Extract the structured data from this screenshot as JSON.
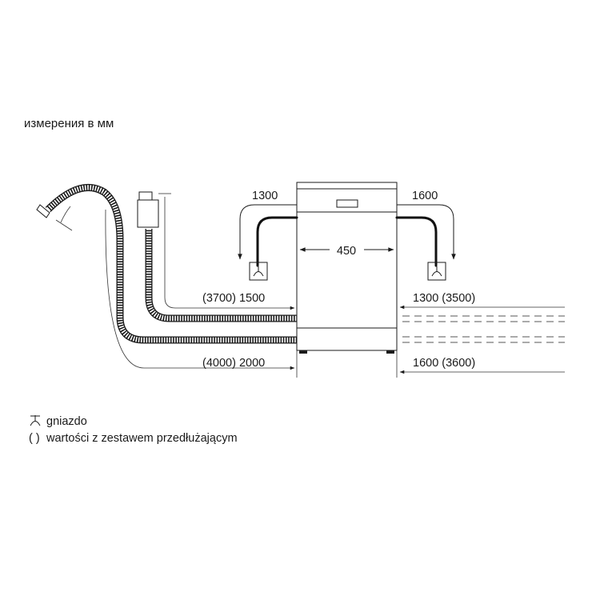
{
  "title": "измерения в мм",
  "dimensions": {
    "width_label": "450",
    "left_cable": "1300",
    "right_cable": "1600",
    "left_inlet": "(3700) 1500",
    "left_drain": "(4000) 2000",
    "right_inlet": "1300 (3500)",
    "right_drain": "1600 (3600)"
  },
  "legend": {
    "socket": "gniazdo",
    "bracket_symbol": "( )",
    "bracket_text": "wartości z zestawem przedłużającym"
  },
  "icons": {
    "socket": "socket-icon",
    "hose_inlet": "water-inlet-hose-icon",
    "hose_drain": "drain-hose-icon",
    "appliance": "dishwasher-front-icon"
  }
}
